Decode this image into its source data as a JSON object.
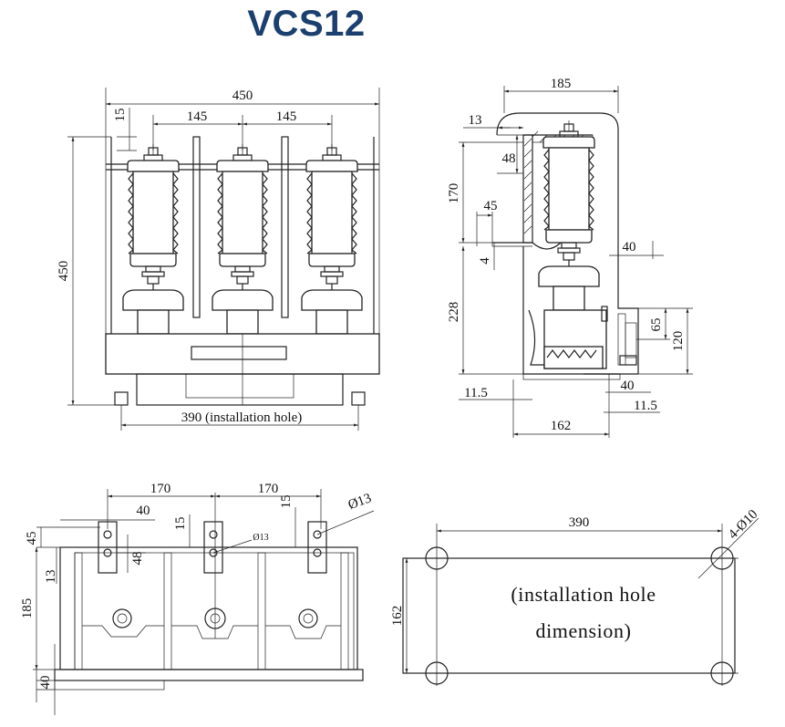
{
  "title": "VCS12",
  "front_view": {
    "width": "450",
    "height": "450",
    "top_offset": "15",
    "pitch_1": "145",
    "pitch_2": "145",
    "installation_hole": "390 (installation hole)"
  },
  "side_view": {
    "depth": "185",
    "d13": "13",
    "d48": "48",
    "d170": "170",
    "d45": "45",
    "d4": "4",
    "d228": "228",
    "d40_top": "40",
    "d65": "65",
    "d120": "120",
    "d40_bottom": "40",
    "d11_5_left": "11.5",
    "d11_5_right": "11.5",
    "d162": "162"
  },
  "top_view": {
    "pitch_1": "170",
    "pitch_2": "170",
    "d40_upper": "40",
    "d15_mid": "15",
    "d15_right": "15",
    "hole_dia_right": "Ø13",
    "hole_dia_mid": "Ø13",
    "d45": "45",
    "d48": "48",
    "d13": "13",
    "d185": "185",
    "d40_lower": "40"
  },
  "hole_view": {
    "width": "390",
    "height": "162",
    "holes": "4-Ø10",
    "label_line1": "(installation hole",
    "label_line2": "dimension)"
  }
}
